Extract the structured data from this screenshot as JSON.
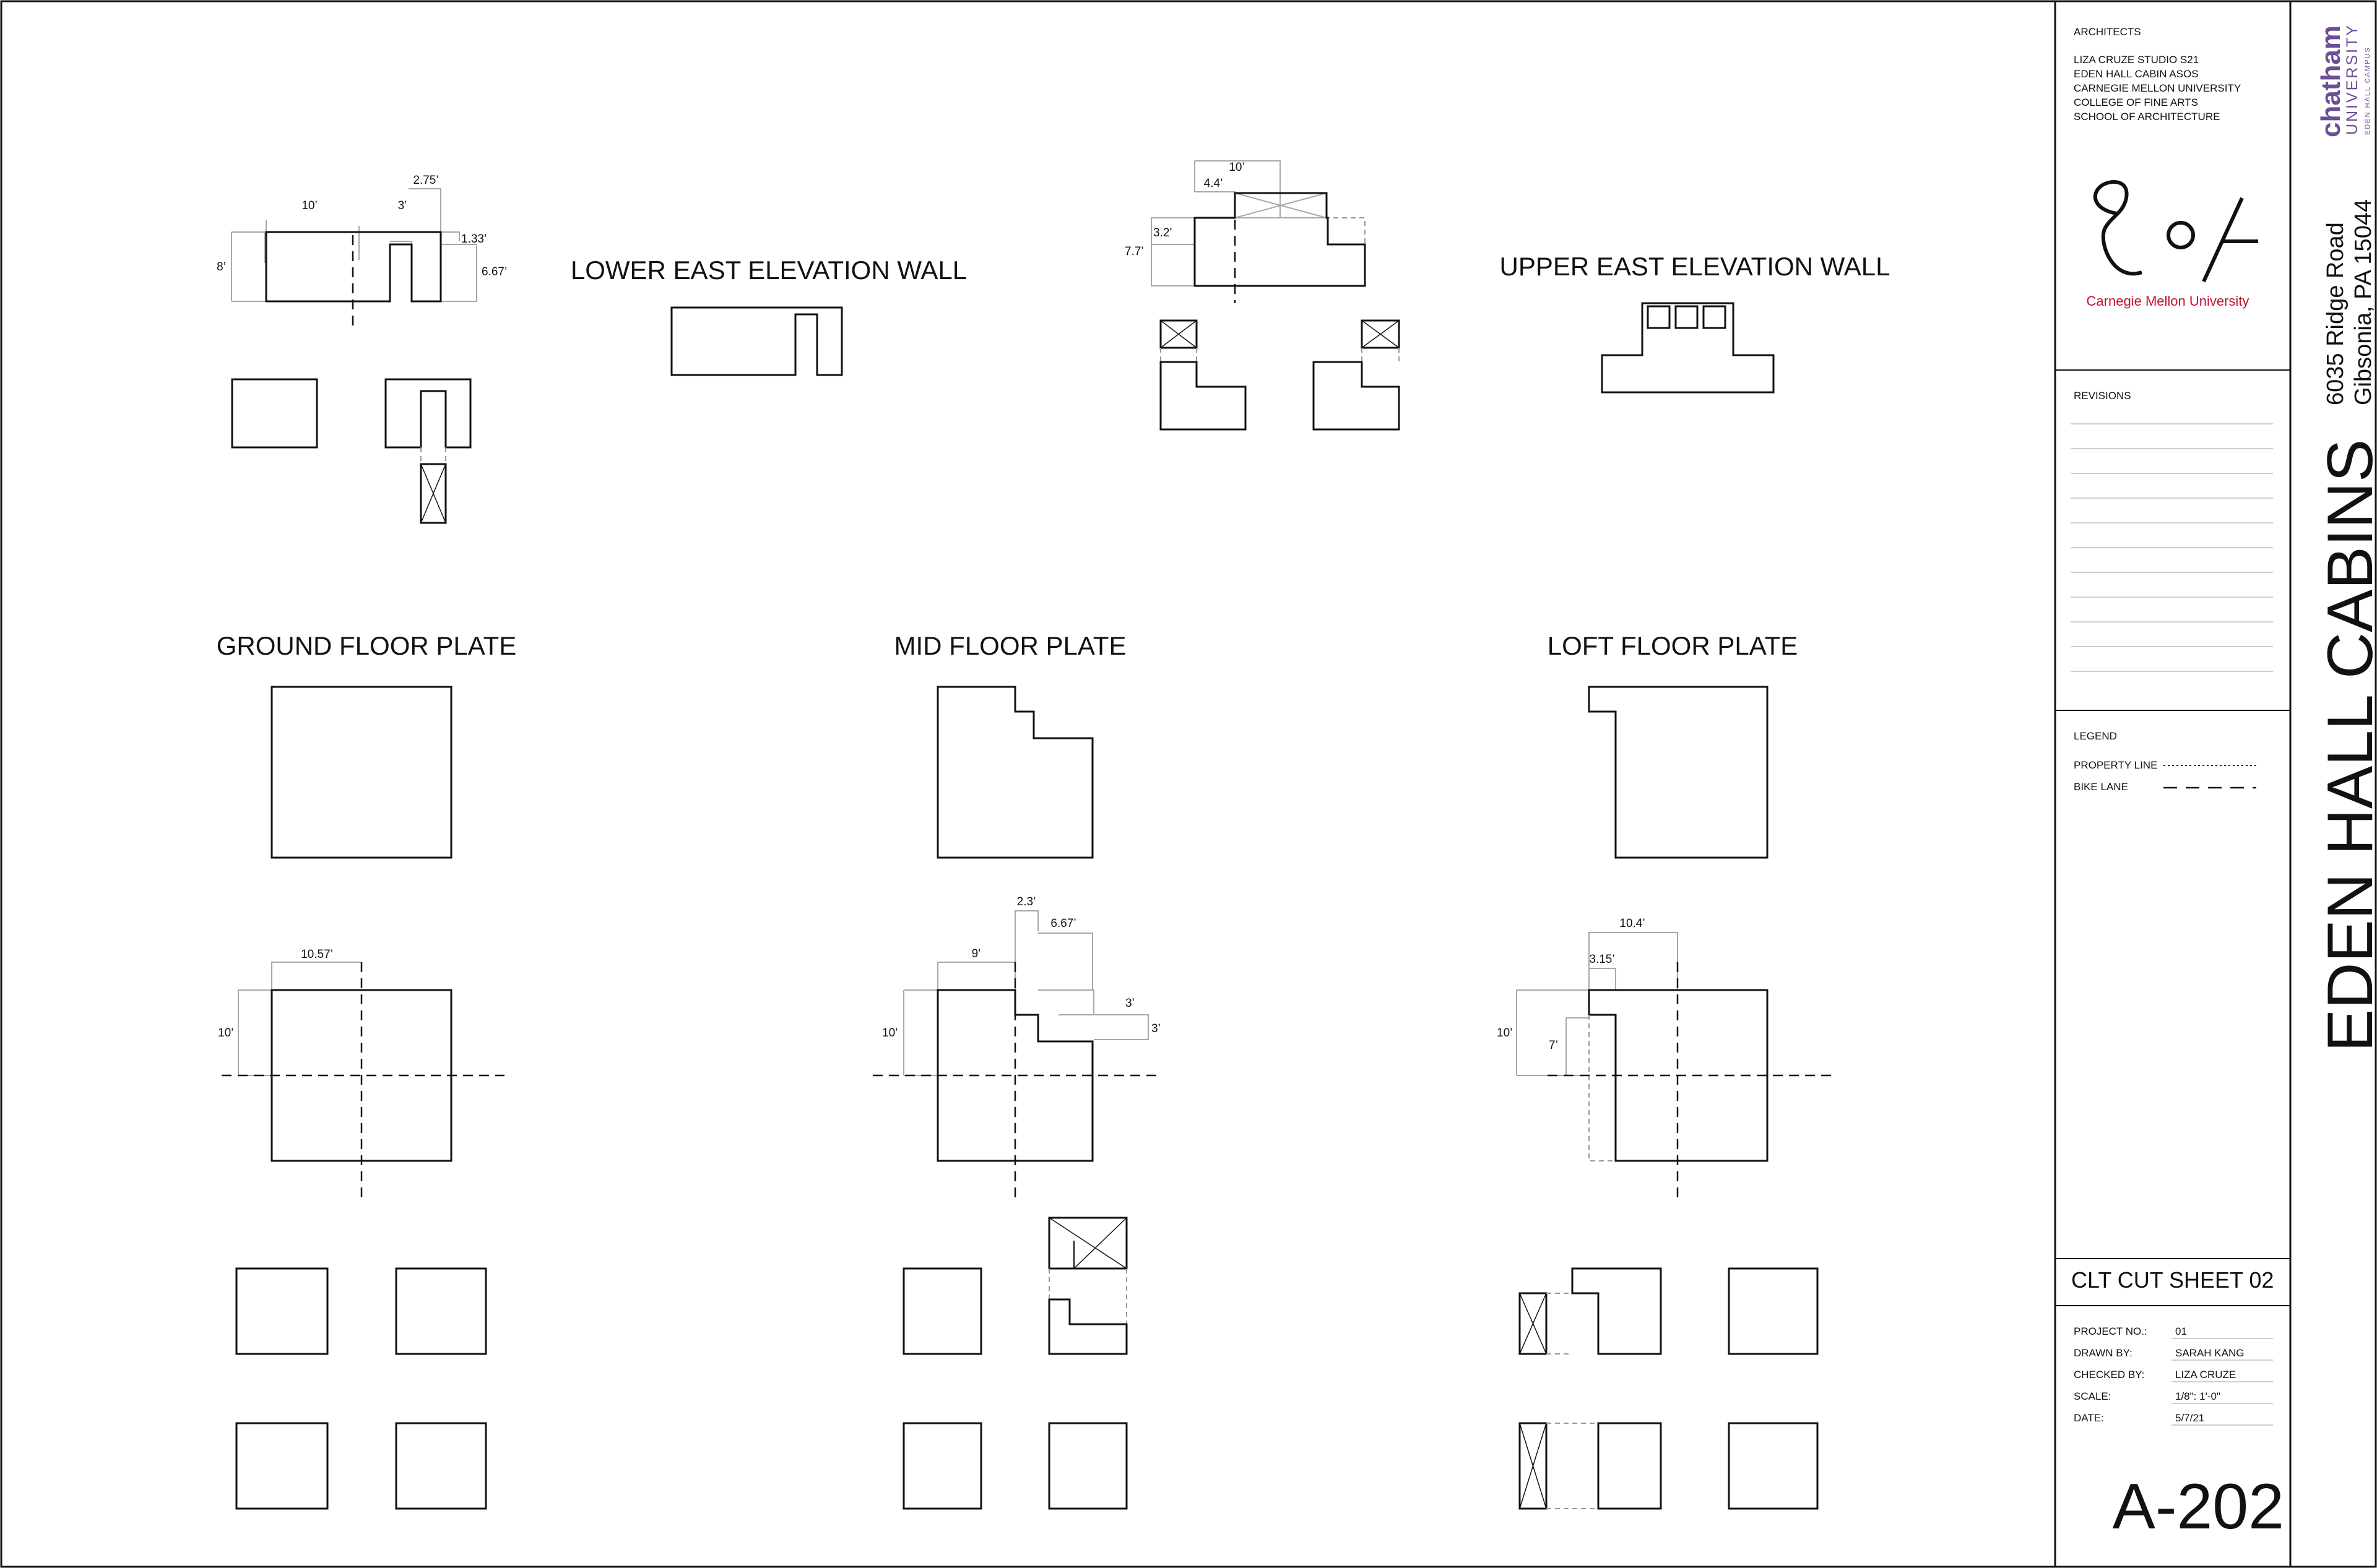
{
  "titles": {
    "lower_east": "LOWER EAST ELEVATION WALL",
    "upper_east": "UPPER EAST ELEVATION WALL",
    "ground": "GROUND FLOOR PLATE",
    "mid": "MID FLOOR PLATE",
    "loft": "LOFT FLOOR PLATE"
  },
  "dimensions": {
    "lower_east": {
      "a": "10’",
      "b": "3’",
      "c": "2.75’",
      "d": "1.33’",
      "e": "8’",
      "f": "6.67’"
    },
    "upper_east": {
      "a": "10’",
      "b": "4.4’",
      "c": "3.2’",
      "d": "7.7’"
    },
    "ground": {
      "a": "10.57’",
      "b": "10’"
    },
    "mid": {
      "a": "2.3’",
      "b": "9’",
      "c": "6.67’",
      "d": "10’",
      "e": "3’",
      "f": "3’"
    },
    "loft": {
      "a": "10.4’",
      "b": "3.15’",
      "c": "10’",
      "d": "7’"
    }
  },
  "titleblock": {
    "architects_heading": "ARCHITECTS",
    "architects_lines": [
      "LIZA CRUZE STUDIO S21",
      "EDEN HALL CABIN ASOS",
      "CARNEGIE MELLON UNIVERSITY",
      "COLLEGE OF FINE ARTS",
      "SCHOOL OF ARCHITECTURE"
    ],
    "cmu": "Carnegie Mellon University",
    "chatham_main": "chatham",
    "chatham_sub": "UNIVERSITY",
    "chatham_campus": "EDEN HALL CAMPUS",
    "address_line1": "6035 Ridge Road",
    "address_line2": "Gibsonia, PA 15044",
    "project_name": "EDEN HALL CABINS",
    "revisions_heading": "REVISIONS",
    "legend_heading": "LEGEND",
    "legend_items": [
      "PROPERTY LINE",
      "BIKE LANE"
    ],
    "sheet_title": "CLT CUT SHEET 02",
    "info": [
      {
        "label": "PROJECT NO.:",
        "value": "01"
      },
      {
        "label": "DRAWN BY:",
        "value": "SARAH KANG"
      },
      {
        "label": "CHECKED BY:",
        "value": "LIZA CRUZE"
      },
      {
        "label": "SCALE:",
        "value": "1/8\": 1'-0\""
      },
      {
        "label": "DATE:",
        "value": "5/7/21"
      }
    ],
    "sheet_number": "A-202",
    "accent_red": "#c41230",
    "accent_purple": "#6e4e94"
  }
}
